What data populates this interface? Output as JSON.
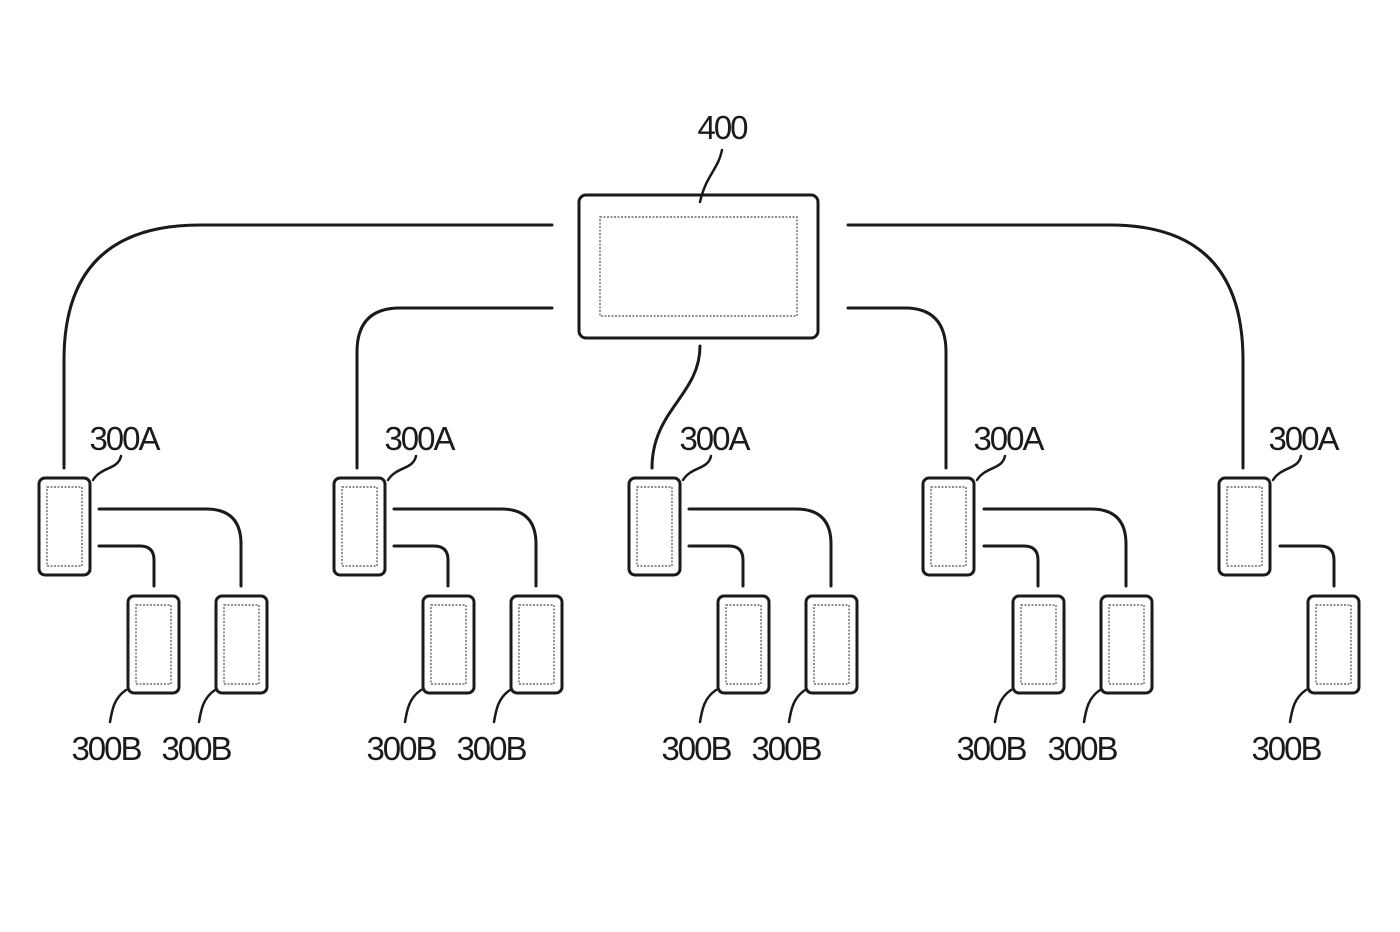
{
  "hub": {
    "ref": "400"
  },
  "clusters": [
    {
      "primary": {
        "ref": "300A"
      },
      "secondaries": [
        {
          "ref": "300B"
        },
        {
          "ref": "300B"
        }
      ]
    },
    {
      "primary": {
        "ref": "300A"
      },
      "secondaries": [
        {
          "ref": "300B"
        },
        {
          "ref": "300B"
        }
      ]
    },
    {
      "primary": {
        "ref": "300A"
      },
      "secondaries": [
        {
          "ref": "300B"
        },
        {
          "ref": "300B"
        }
      ]
    },
    {
      "primary": {
        "ref": "300A"
      },
      "secondaries": [
        {
          "ref": "300B"
        },
        {
          "ref": "300B"
        }
      ]
    },
    {
      "primary": {
        "ref": "300A"
      },
      "secondaries": [
        {
          "ref": "300B"
        }
      ]
    }
  ]
}
